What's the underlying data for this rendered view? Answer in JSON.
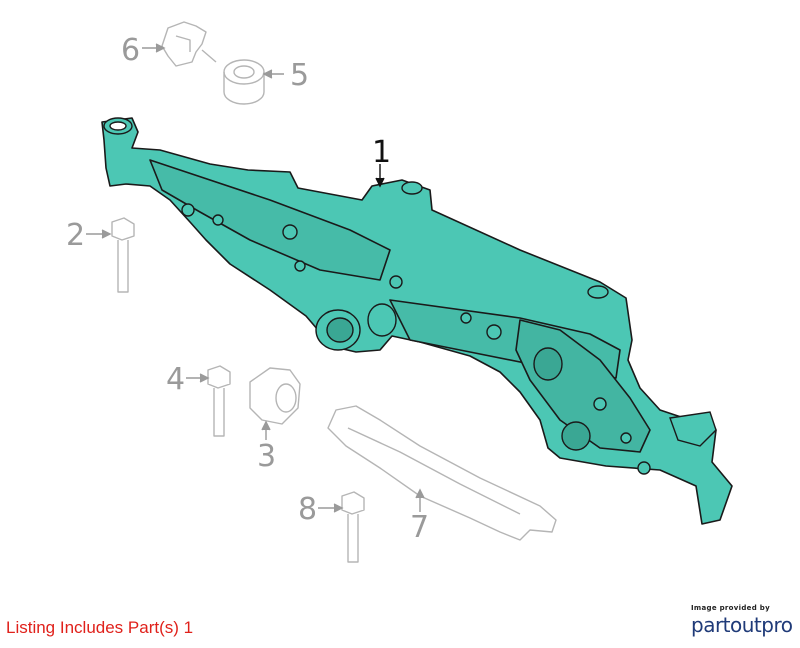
{
  "callouts": {
    "c1": "1",
    "c2": "2",
    "c3": "3",
    "c4": "4",
    "c5": "5",
    "c6": "6",
    "c7": "7",
    "c8": "8"
  },
  "footer": {
    "listing_text": "Listing Includes Part(s) 1",
    "credit_small": "Image provided by",
    "credit_brand": "partoutpro"
  },
  "colors": {
    "highlight_fill": "#4cc7b4",
    "outline": "#1a1a1a",
    "faded_line": "#b5b5b5",
    "listing_text": "#e0211b",
    "brand": "#1f3a78"
  }
}
